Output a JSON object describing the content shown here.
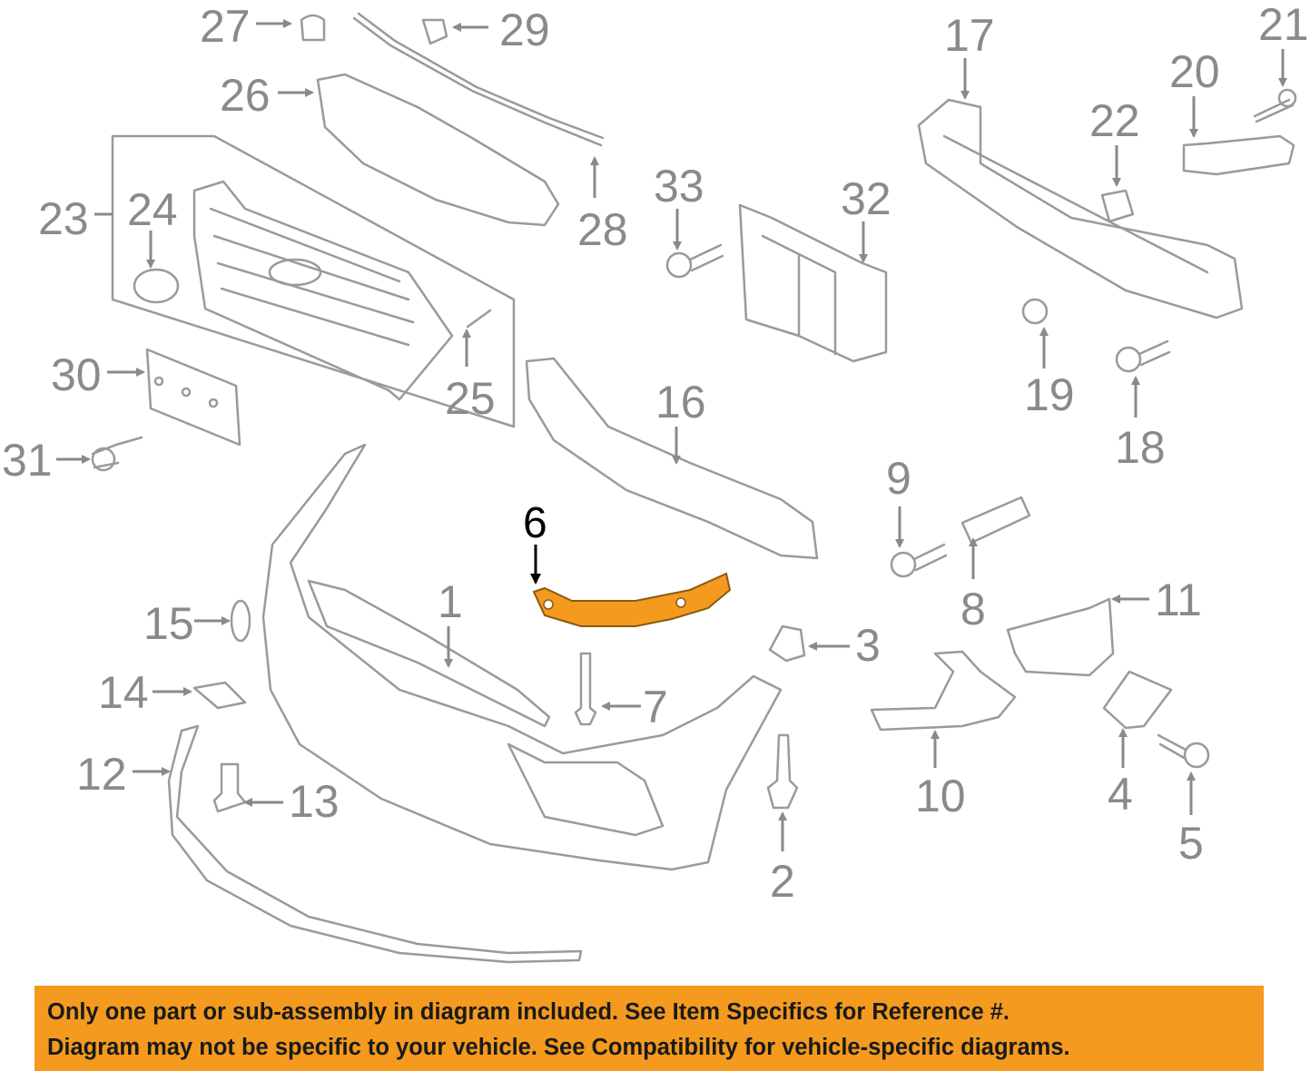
{
  "labels": {
    "n1": "1",
    "n2": "2",
    "n3": "3",
    "n4": "4",
    "n5": "5",
    "n6": "6",
    "n7": "7",
    "n8": "8",
    "n9": "9",
    "n10": "10",
    "n11": "11",
    "n12": "12",
    "n13": "13",
    "n14": "14",
    "n15": "15",
    "n16": "16",
    "n17": "17",
    "n18": "18",
    "n19": "19",
    "n20": "20",
    "n21": "21",
    "n22": "22",
    "n23": "23",
    "n24": "24",
    "n25": "25",
    "n26": "26",
    "n27": "27",
    "n28": "28",
    "n29": "29",
    "n30": "30",
    "n31": "31",
    "n32": "32",
    "n33": "33"
  },
  "highlighted_part": "6",
  "colors": {
    "highlight": "#f39a1f",
    "banner": "#f39a1f",
    "line": "#9a9a9a"
  },
  "notice": {
    "line1": "Only one part or sub-assembly in diagram included. See Item Specifics for Reference #.",
    "line2": "Diagram may not be specific to your vehicle. See Compatibility for vehicle-specific diagrams."
  }
}
